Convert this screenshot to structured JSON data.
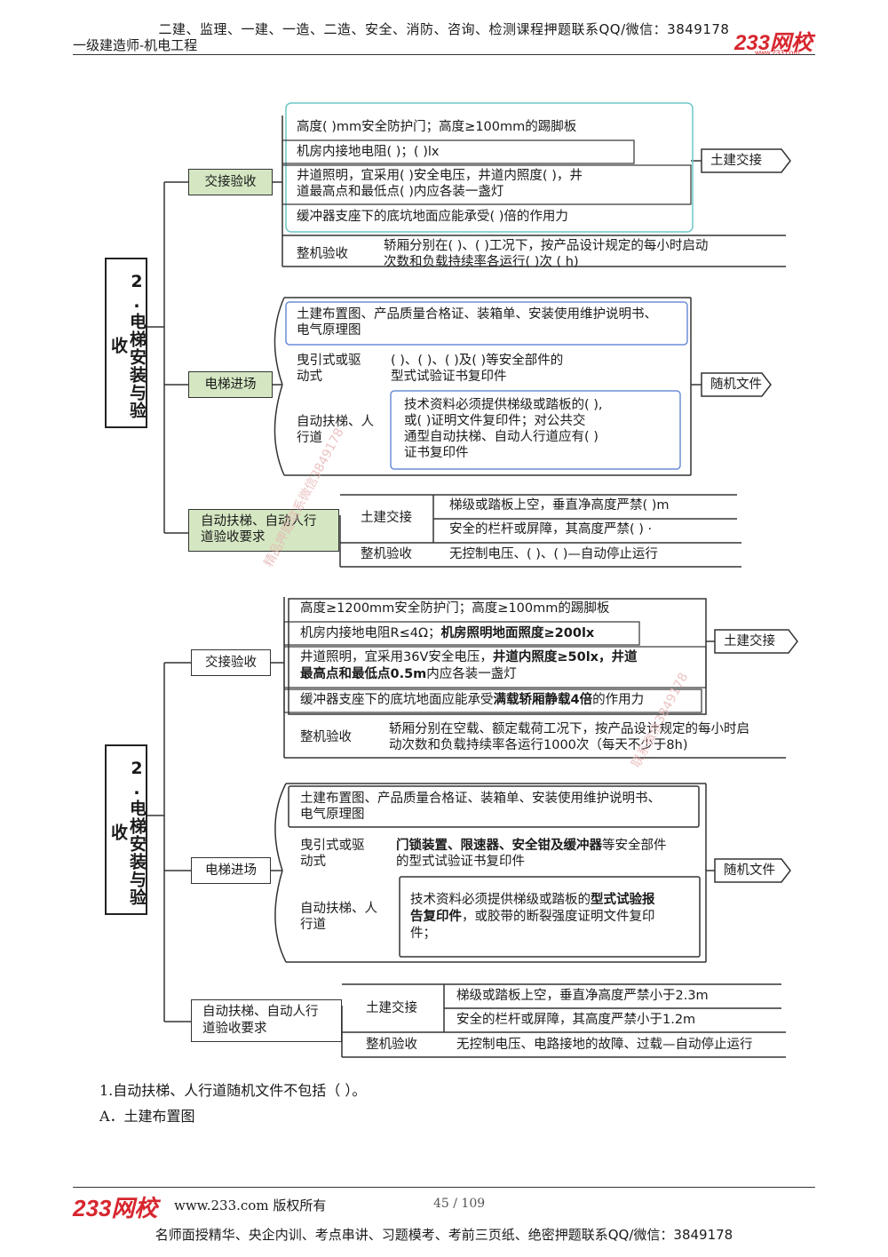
{
  "header": {
    "top_line": "二建、监理、一建、一造、二造、安全、消防、咨询、检测课程押题联系QQ/微信：3849178",
    "subtitle": "一级建造师-机电工程",
    "logo": "233网校",
    "logo_url": "www.233.com"
  },
  "diagram_blank": {
    "main_title": "2.电梯安装与验收",
    "handover": {
      "label": "交接验收",
      "items": [
        "高度(         )mm安全防护门；高度≥100mm的踢脚板",
        "机房内接地电阻(        )；(                              )lx",
        "井道照明，宜采用(      )安全电压，井道内照度(        )，井",
        "道最高点和最低点(      )内应各装一盏灯",
        "缓冲器支座下的底坑地面应能承受(                       )倍的作用力"
      ],
      "civil_tag": "土建交接",
      "final_label": "整机验收",
      "final_text_1": "轿厢分别在(     )、(      )工况下，按产品设计规定的每小时启动",
      "final_text_2": "次数和负载持续率各运行(       )次 (                  h)"
    },
    "entry": {
      "label": "电梯进场",
      "docs_1": "土建布置图、产品质量合格证、装箱单、安装使用维护说明书、",
      "docs_2": "电气原理图",
      "traction_label_1": "曳引式或驱",
      "traction_label_2": "动式",
      "traction_text_1": "(          )、(       )、(       )及(      )等安全部件的",
      "traction_text_2": "型式试验证书复印件",
      "esc_label_1": "自动扶梯、人",
      "esc_label_2": "行道",
      "esc_text_1": "技术资料必须提供梯级或踏板的(               ),",
      "esc_text_2": "或(                     )证明文件复印件；对公共交",
      "esc_text_3": "通型自动扶梯、自动人行道应有(                 )",
      "esc_text_4": "证书复印件",
      "random_tag": "随机文件"
    },
    "escalator": {
      "label_1": "自动扶梯、自动人行",
      "label_2": "道验收要求",
      "civil": "土建交接",
      "civil_1": "梯级或踏板上空，垂直净高度严禁(           )m",
      "civil_2": "安全的栏杆或屏障，其高度严禁(            ) ·",
      "final": "整机验收",
      "final_text": "无控制电压、(               )、(    )—自动停止运行"
    }
  },
  "diagram_answer": {
    "main_title": "2.电梯安装与验收",
    "handover": {
      "label": "交接验收",
      "item1": "高度≥1200mm安全防护门；高度≥100mm的踢脚板",
      "item2a": "机房内接地电阻R≤4Ω；",
      "item2b": "机房照明地面照度≥200lx",
      "item3a": "井道照明，宜采用36V安全电压，",
      "item3b": "井道内照度≥50lx，井道",
      "item3c": "最高点和最低点0.5m",
      "item3d": "内应各装一盏灯",
      "item4a": "缓冲器支座下的底坑地面应能承受",
      "item4b": "满载轿厢静载4倍",
      "item4c": "的作用力",
      "civil_tag": "土建交接",
      "final_label": "整机验收",
      "final_text_1": "轿厢分别在空载、额定载荷工况下，按产品设计规定的每小时启",
      "final_text_2": "动次数和负载持续率各运行1000次（每天不少于8h)"
    },
    "entry": {
      "label": "电梯进场",
      "docs_1": "土建布置图、产品质量合格证、装箱单、安装使用维护说明书、",
      "docs_2": "电气原理图",
      "traction_label_1": "曳引式或驱",
      "traction_label_2": "动式",
      "traction_text_1a": "门锁装置、限速器、安全钳及缓冲器",
      "traction_text_1b": "等安全部件",
      "traction_text_2": "的型式试验证书复印件",
      "esc_label_1": "自动扶梯、人",
      "esc_label_2": "行道",
      "esc_text_1a": "技术资料必须提供梯级或踏板的",
      "esc_text_1b": "型式试验报",
      "esc_text_2a": "告复印件",
      "esc_text_2b": "，或胶带的断裂强度证明文件复印",
      "esc_text_3": "件；",
      "random_tag": "随机文件"
    },
    "escalator": {
      "label_1": "自动扶梯、自动人行",
      "label_2": "道验收要求",
      "civil": "土建交接",
      "civil_1": "梯级或踏板上空，垂直净高度严禁小于2.3m",
      "civil_2": "安全的栏杆或屏障，其高度严禁小于1.2m",
      "final": "整机验收",
      "final_text": "无控制电压、电路接地的故障、过载—自动停止运行"
    }
  },
  "question": {
    "stem": "1.自动扶梯、人行道随机文件不包括（     ）。",
    "option_a": "A．土建布置图"
  },
  "watermark": {
    "text1": "精品押题联系微信3849178",
    "text2": "联系微信3849178"
  },
  "footer": {
    "logo": "233网校",
    "site": "www.233.com 版权所有",
    "page": "45 / 109",
    "bottom": "名师面授精华、央企内训、考点串讲、习题模考、考前三页纸、绝密押题联系QQ/微信：3849178"
  },
  "colors": {
    "brand_red": "#d7262e",
    "green_fill": "#d4e7c2",
    "teal_border": "#6fc7c7",
    "blue_border": "#6b8ed6"
  }
}
